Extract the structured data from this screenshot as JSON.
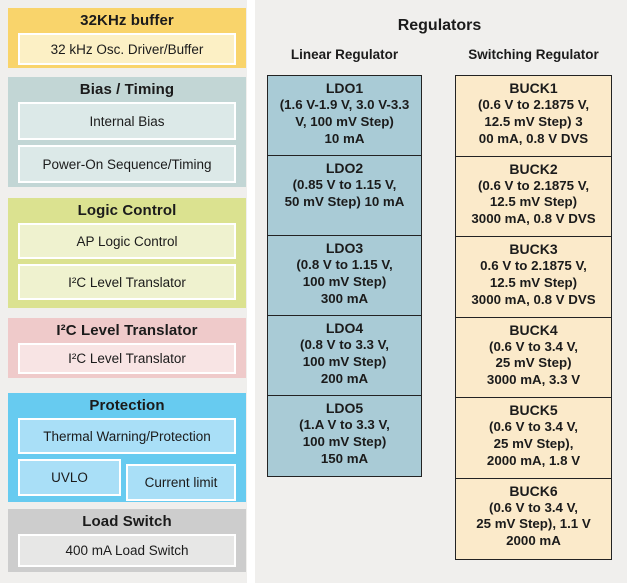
{
  "palette": {
    "page_bg": "#f0efed",
    "divider": "#ffffff",
    "text": "#1b1b1b",
    "block_border": "#232323",
    "ldo_fill": "#a9cbd6",
    "buck_fill": "#fbeaca"
  },
  "left_panel": {
    "blocks": [
      {
        "title": "32KHz buffer",
        "outer": "#f9d46b",
        "inner": "#fcf0c5",
        "rows": [
          [
            "32 kHz Osc. Driver/Buffer"
          ]
        ]
      },
      {
        "title": "Bias / Timing",
        "outer": "#c2d6d5",
        "inner": "#dce9e8",
        "rows": [
          [
            "Internal Bias"
          ],
          [
            "Power-On Sequence/Timing"
          ]
        ]
      },
      {
        "title": "Logic Control",
        "outer": "#dbe290",
        "inner": "#eff2cf",
        "rows": [
          [
            "AP Logic Control"
          ],
          [
            "I²C Level Translator"
          ]
        ]
      },
      {
        "title": "I²C Level Translator",
        "outer": "#efcaca",
        "inner": "#f8e4e4",
        "rows": [
          [
            "I²C Level Translator"
          ]
        ]
      },
      {
        "title": "Protection",
        "outer": "#67cbf0",
        "inner": "#a9dff7",
        "rows": [
          [
            "Thermal Warning/Protection"
          ],
          [
            "UVLO",
            "Current limit"
          ]
        ]
      },
      {
        "title": "Load Switch",
        "outer": "#cdcdcd",
        "inner": "#e7e7e6",
        "rows": [
          [
            "400 mA Load Switch"
          ]
        ]
      }
    ]
  },
  "regulators": {
    "title": "Regulators",
    "linear": {
      "heading": "Linear Regulator",
      "blocks": [
        {
          "name": "LDO1",
          "desc": "(1.6 V-1.9 V, 3.0 V-3.3\nV, 100 mV Step)\n10 mA"
        },
        {
          "name": "LDO2",
          "desc": "(0.85 V to 1.15 V,\n50 mV Step) 10 mA"
        },
        {
          "name": "LDO3",
          "desc": "(0.8 V to 1.15 V,\n100 mV Step)\n300 mA"
        },
        {
          "name": "LDO4",
          "desc": "(0.8 V to 3.3 V,\n100 mV Step)\n200 mA"
        },
        {
          "name": "LDO5",
          "desc": "(1.A V to 3.3 V,\n100 mV Step)\n150 mA"
        }
      ]
    },
    "switching": {
      "heading": "Switching Regulator",
      "blocks": [
        {
          "name": "BUCK1",
          "desc": "(0.6 V to 2.1875 V,\n12.5 mV Step) 3\n00 mA, 0.8 V DVS"
        },
        {
          "name": "BUCK2",
          "desc": "(0.6 V to 2.1875 V,\n12.5 mV Step)\n3000 mA, 0.8 V DVS"
        },
        {
          "name": "BUCK3",
          "desc": "0.6 V to 2.1875 V,\n12.5 mV Step)\n3000 mA, 0.8 V DVS"
        },
        {
          "name": "BUCK4",
          "desc": "(0.6 V to 3.4 V,\n25 mV Step)\n3000 mA, 3.3 V"
        },
        {
          "name": "BUCK5",
          "desc": "(0.6 V to 3.4 V,\n25 mV Step),\n2000 mA, 1.8 V"
        },
        {
          "name": "BUCK6",
          "desc": "(0.6 V to 3.4 V,\n25 mV Step), 1.1 V\n2000 mA"
        }
      ]
    }
  }
}
